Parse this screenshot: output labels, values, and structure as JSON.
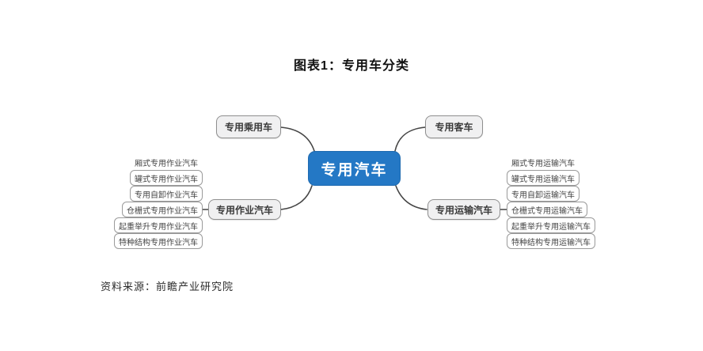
{
  "title": "图表1：专用车分类",
  "center": {
    "label": "专用汽车"
  },
  "branches": {
    "passenger": "专用乘用车",
    "bus": "专用客车",
    "work": "专用作业汽车",
    "transport": "专用运输汽车"
  },
  "work_items": [
    "厢式专用作业汽车",
    "罐式专用作业汽车",
    "专用自卸作业汽车",
    "仓栅式专用作业汽车",
    "起重举升专用作业汽车",
    "特种结构专用作业汽车"
  ],
  "transport_items": [
    "厢式专用运输汽车",
    "罐式专用运输汽车",
    "专用自卸运输汽车",
    "仓栅式专用运输汽车",
    "起重举升专用运输汽车",
    "特种结构专用运输汽车"
  ],
  "source": "资料来源：前瞻产业研究院",
  "colors": {
    "center_bg": "#2478c5",
    "center_border": "#1e6ab0",
    "node_bg": "#f0f0f1",
    "node_border": "#8f8f8f",
    "line": "#454545"
  }
}
